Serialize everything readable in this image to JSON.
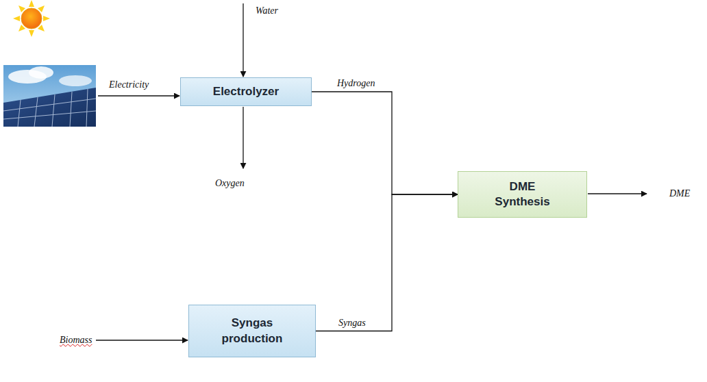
{
  "diagram": {
    "nodes": [
      {
        "text": [
          "Electrolyzer"
        ]
      },
      {
        "text": [
          "DME Synthesis"
        ]
      },
      {
        "text": [
          "Syngas production"
        ]
      }
    ],
    "edges": [
      {
        "from": 0,
        "to": 1,
        "arrow": "to",
        "label": "Hydrogen"
      },
      {
        "from": 2,
        "to": 1,
        "arrow": "to",
        "label": "Syngas"
      }
    ],
    "labels": [
      "Water",
      "Electricity",
      "Oxygen",
      "Biomass",
      "DME"
    ]
  }
}
